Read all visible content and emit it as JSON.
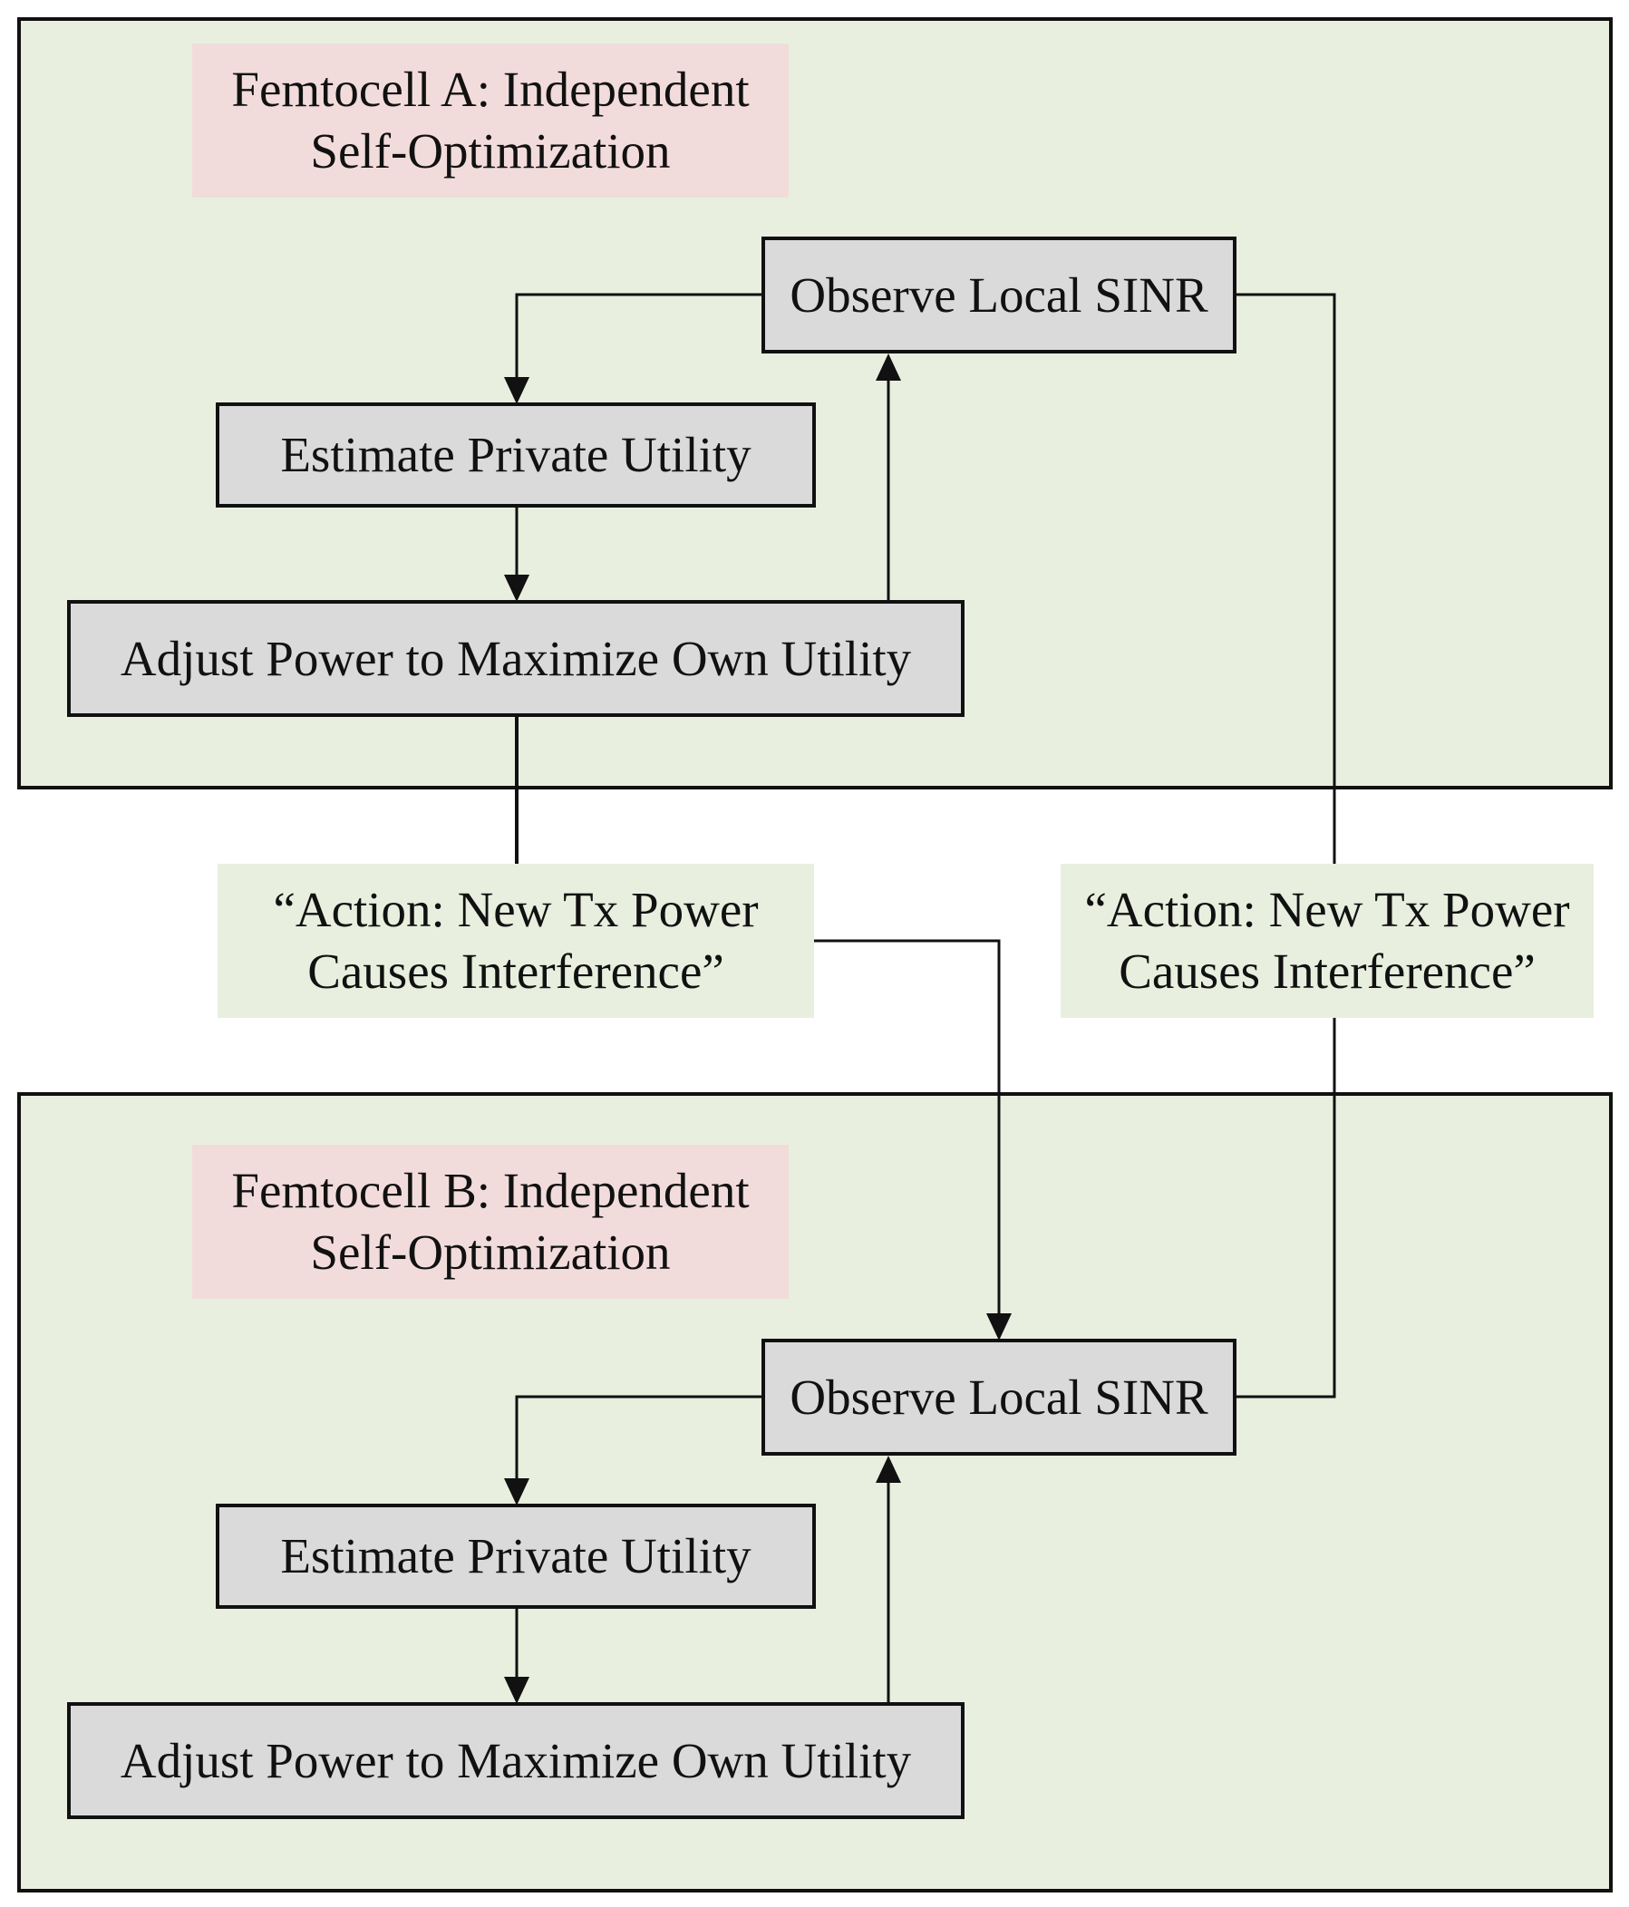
{
  "colors": {
    "cell_fill": "#e9efdf",
    "title_fill": "#f2dcdb",
    "node_fill": "#dadada",
    "stroke": "#111111"
  },
  "cell_a": {
    "title_line1": "Femtocell A: Independent",
    "title_line2": "Self-Optimization",
    "observe": "Observe Local SINR",
    "estimate": "Estimate Private Utility",
    "adjust": "Adjust Power to Maximize Own Utility"
  },
  "cell_b": {
    "title_line1": "Femtocell B: Independent",
    "title_line2": "Self-Optimization",
    "observe": "Observe Local SINR",
    "estimate": "Estimate Private Utility",
    "adjust": "Adjust Power to Maximize Own Utility"
  },
  "labels": {
    "left_line1": "“Action: New Tx Power",
    "left_line2": "Causes Interference”",
    "right_line1": "“Action: New Tx Power",
    "right_line2": "Causes Interference”"
  }
}
